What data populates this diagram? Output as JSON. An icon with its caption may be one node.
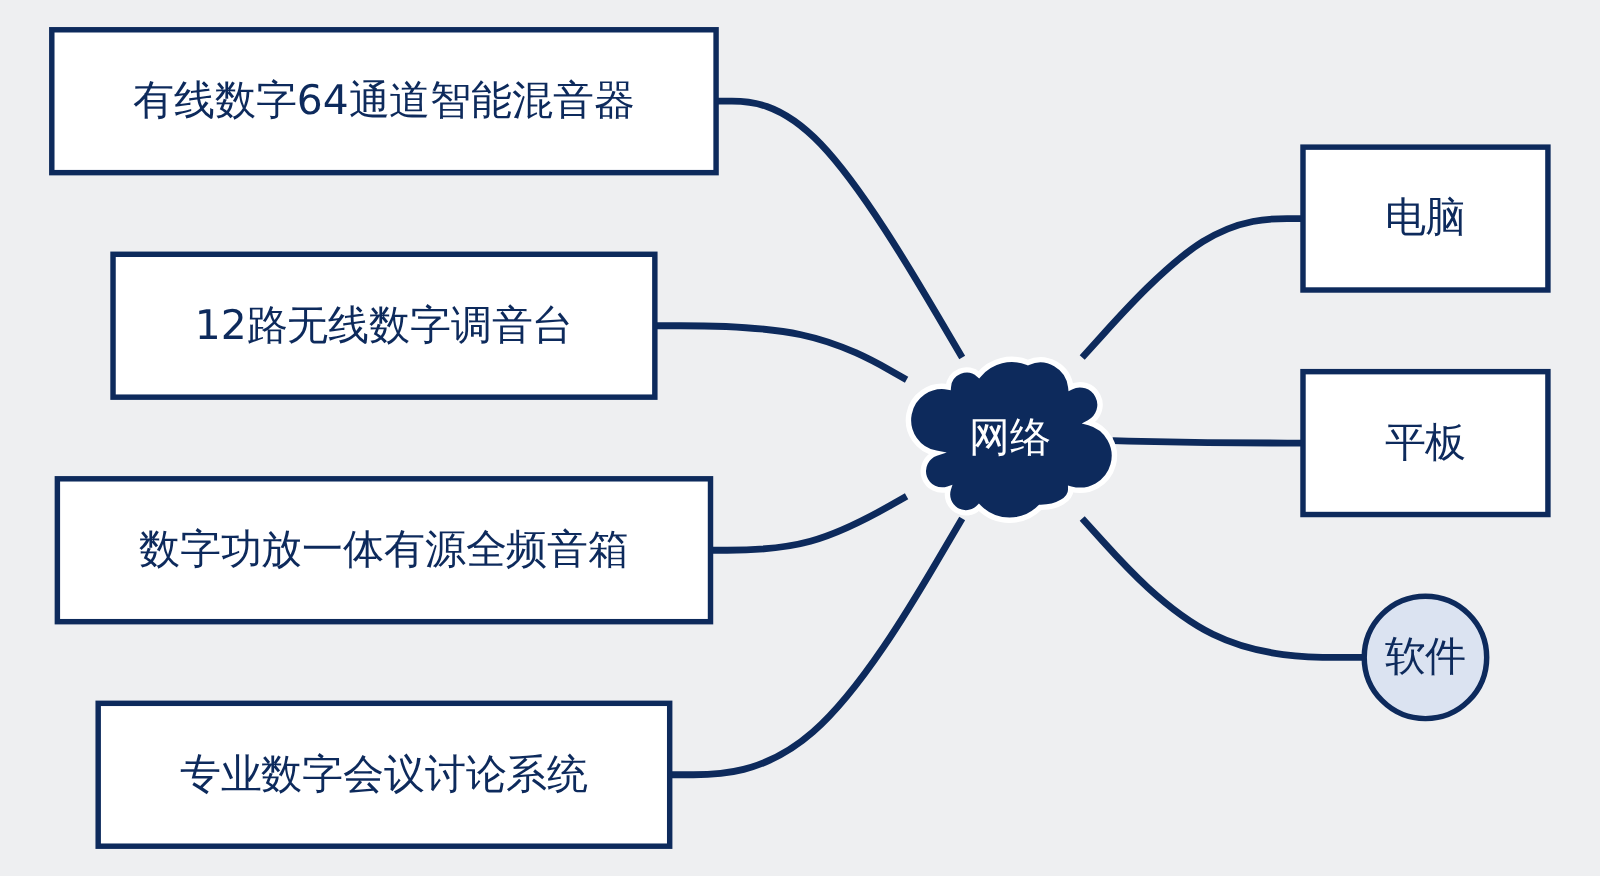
{
  "diagram": {
    "nodes": [
      {
        "text": [
          "有线数字64通道智能混音器"
        ]
      },
      {
        "text": [
          "12路无线数字调音台"
        ]
      },
      {
        "text": [
          "数字功放一体有源全频音箱"
        ]
      },
      {
        "text": [
          "专业数字会议讨论系统"
        ]
      },
      {
        "text": [
          "网络"
        ]
      },
      {
        "text": [
          "电脑"
        ]
      },
      {
        "text": [
          "平板"
        ]
      },
      {
        "text": [
          "软件"
        ]
      }
    ],
    "edges": [
      {
        "from": 0,
        "to": 4,
        "arrow": "none"
      },
      {
        "from": 1,
        "to": 4,
        "arrow": "none"
      },
      {
        "from": 2,
        "to": 4,
        "arrow": "none"
      },
      {
        "from": 3,
        "to": 4,
        "arrow": "none"
      },
      {
        "from": 4,
        "to": 5,
        "arrow": "none"
      },
      {
        "from": 4,
        "to": 6,
        "arrow": "none"
      },
      {
        "from": 4,
        "to": 7,
        "arrow": "none"
      }
    ]
  }
}
